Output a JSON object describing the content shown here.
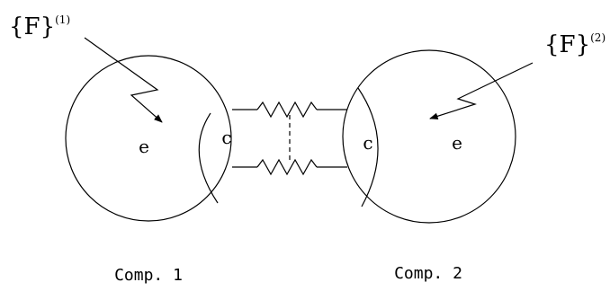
{
  "force1": {
    "base": "{F}",
    "sup": "(1)"
  },
  "force2": {
    "base": "{F}",
    "sup": "(2)"
  },
  "comp1": {
    "caption": "Comp. 1",
    "interior": "e",
    "contact": "c"
  },
  "comp2": {
    "caption": "Comp. 2",
    "interior": "e",
    "contact": "c"
  },
  "colors": {
    "stroke": "#000000",
    "background": "#ffffff"
  }
}
